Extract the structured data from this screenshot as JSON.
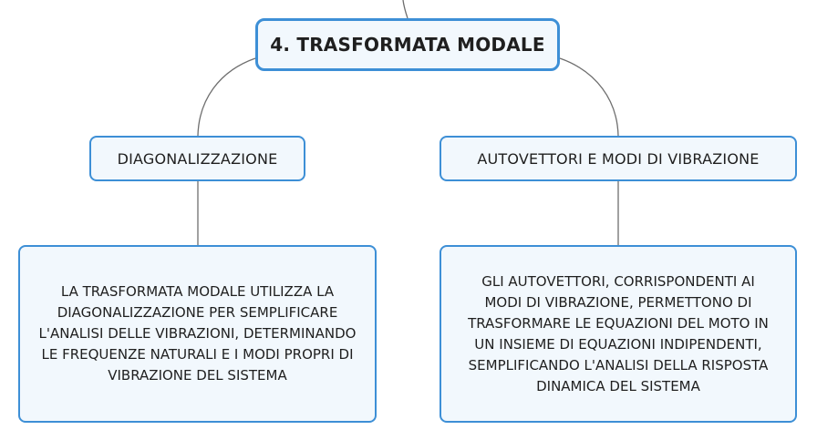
{
  "root": {
    "title": "4. TRASFORMATA MODALE"
  },
  "branches": [
    {
      "title": "DIAGONALIZZAZIONE",
      "detail": "LA TRASFORMATA MODALE UTILIZZA LA\nDIAGONALIZZAZIONE PER SEMPLIFICARE\nL'ANALISI DELLE VIBRAZIONI, DETERMINANDO\nLE FREQUENZE NATURALI E I MODI PROPRI DI\nVIBRAZIONE DEL SISTEMA"
    },
    {
      "title": "AUTOVETTORI E MODI DI VIBRAZIONE",
      "detail": "GLI AUTOVETTORI, CORRISPONDENTI AI\nMODI DI VIBRAZIONE, PERMETTONO DI\nTRASFORMARE LE EQUAZIONI DEL MOTO IN\nUN INSIEME DI EQUAZIONI INDIPENDENTI,\nSEMPLIFICANDO L'ANALISI DELLA RISPOSTA\nDINAMICA DEL SISTEMA"
    }
  ],
  "colors": {
    "node_border": "#3d8fd6",
    "node_fill": "#f2f8fd",
    "connector": "#6e6e6e",
    "text": "#1f1f1f"
  }
}
